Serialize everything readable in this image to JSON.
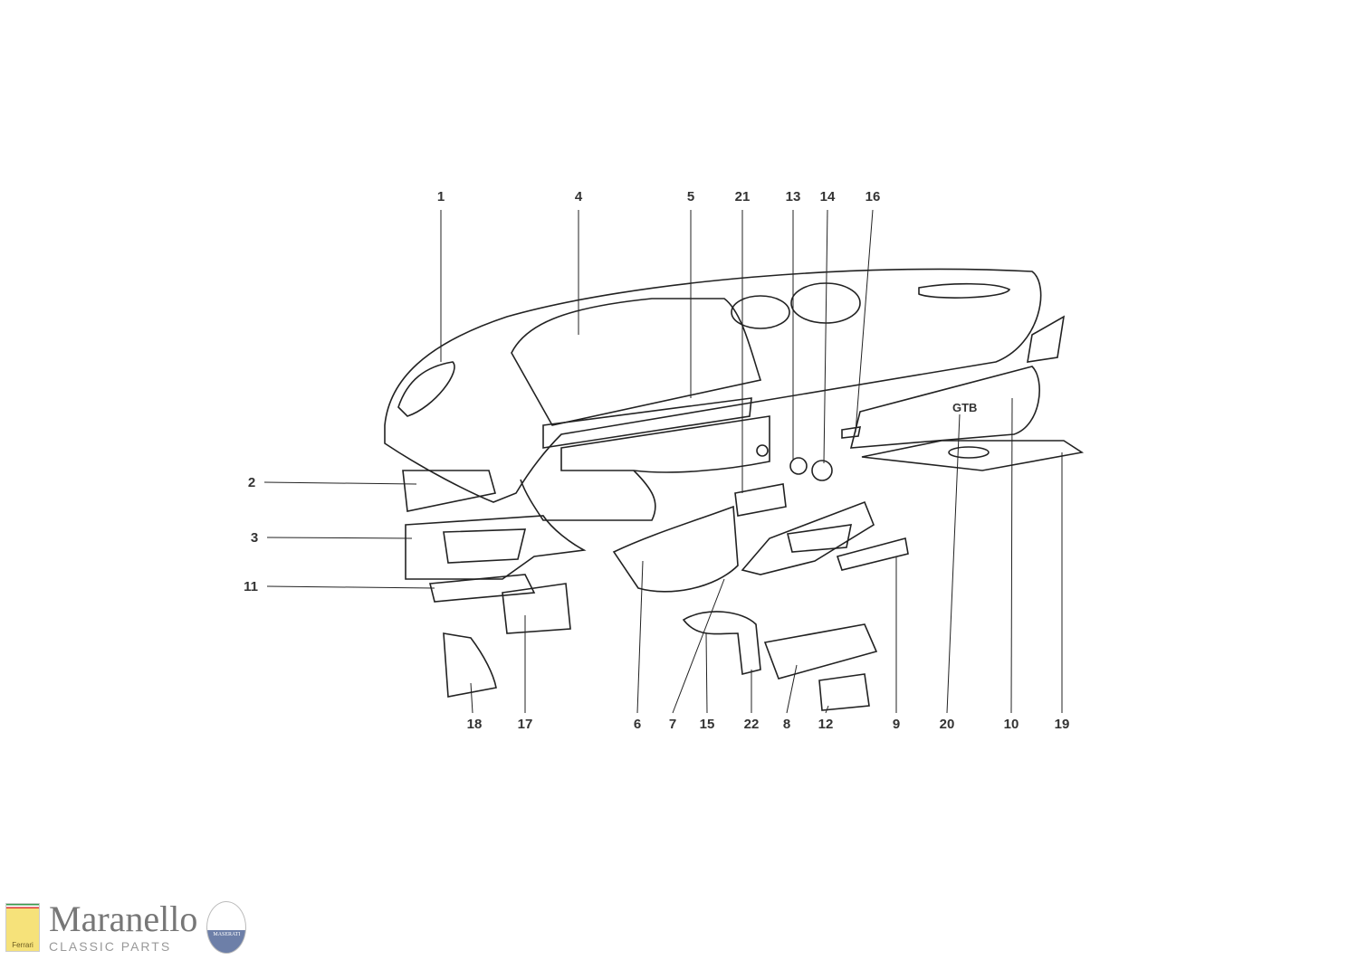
{
  "watermark": {
    "brand": "Maranello",
    "tagline": "CLASSIC PARTS"
  },
  "diagram": {
    "emblem_text": "GTB",
    "callouts": [
      {
        "id": "1",
        "label": "1"
      },
      {
        "id": "4",
        "label": "4"
      },
      {
        "id": "5",
        "label": "5"
      },
      {
        "id": "21",
        "label": "21"
      },
      {
        "id": "13",
        "label": "13"
      },
      {
        "id": "14",
        "label": "14"
      },
      {
        "id": "16",
        "label": "16"
      },
      {
        "id": "2",
        "label": "2"
      },
      {
        "id": "3",
        "label": "3"
      },
      {
        "id": "11",
        "label": "11"
      },
      {
        "id": "18",
        "label": "18"
      },
      {
        "id": "17",
        "label": "17"
      },
      {
        "id": "6",
        "label": "6"
      },
      {
        "id": "7",
        "label": "7"
      },
      {
        "id": "15",
        "label": "15"
      },
      {
        "id": "22",
        "label": "22"
      },
      {
        "id": "8",
        "label": "8"
      },
      {
        "id": "12",
        "label": "12"
      },
      {
        "id": "9",
        "label": "9"
      },
      {
        "id": "20",
        "label": "20"
      },
      {
        "id": "10",
        "label": "10"
      },
      {
        "id": "19",
        "label": "19"
      }
    ]
  },
  "footer": {
    "brand": "Maranello",
    "tagline": "CLASSIC PARTS",
    "ferrari_badge": "Ferrari",
    "maserati_badge": "MASERATI"
  }
}
